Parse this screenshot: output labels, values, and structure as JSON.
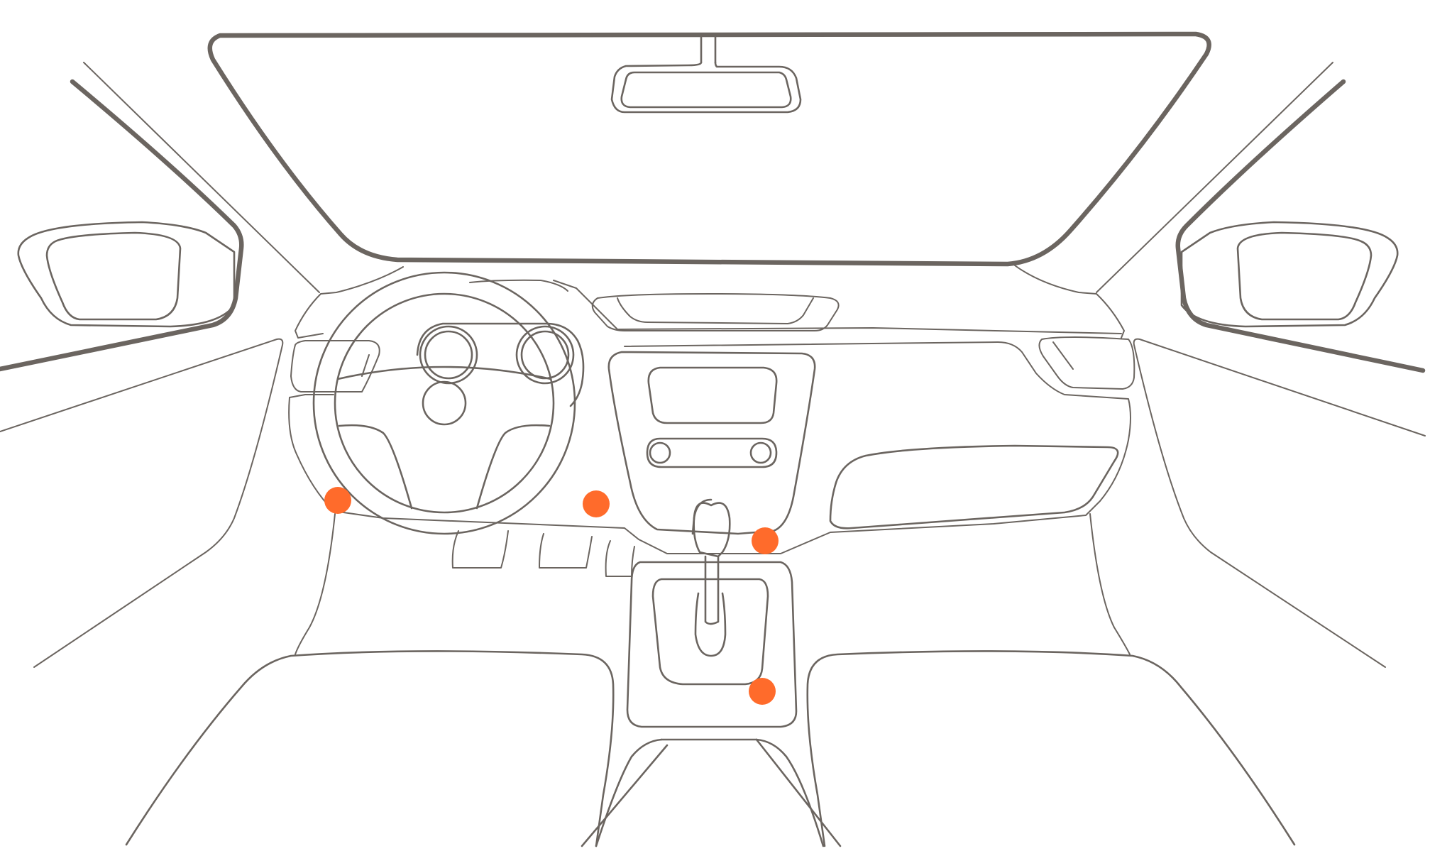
{
  "colors": {
    "line": "#6b6560",
    "background": "#ffffff",
    "hotspot": "#ff6b2b"
  },
  "hotspots": [
    {
      "id": "left-dash-lower",
      "label": ""
    },
    {
      "id": "center-dash-left-of-console",
      "label": ""
    },
    {
      "id": "console-base",
      "label": ""
    },
    {
      "id": "console-tray",
      "label": ""
    }
  ]
}
